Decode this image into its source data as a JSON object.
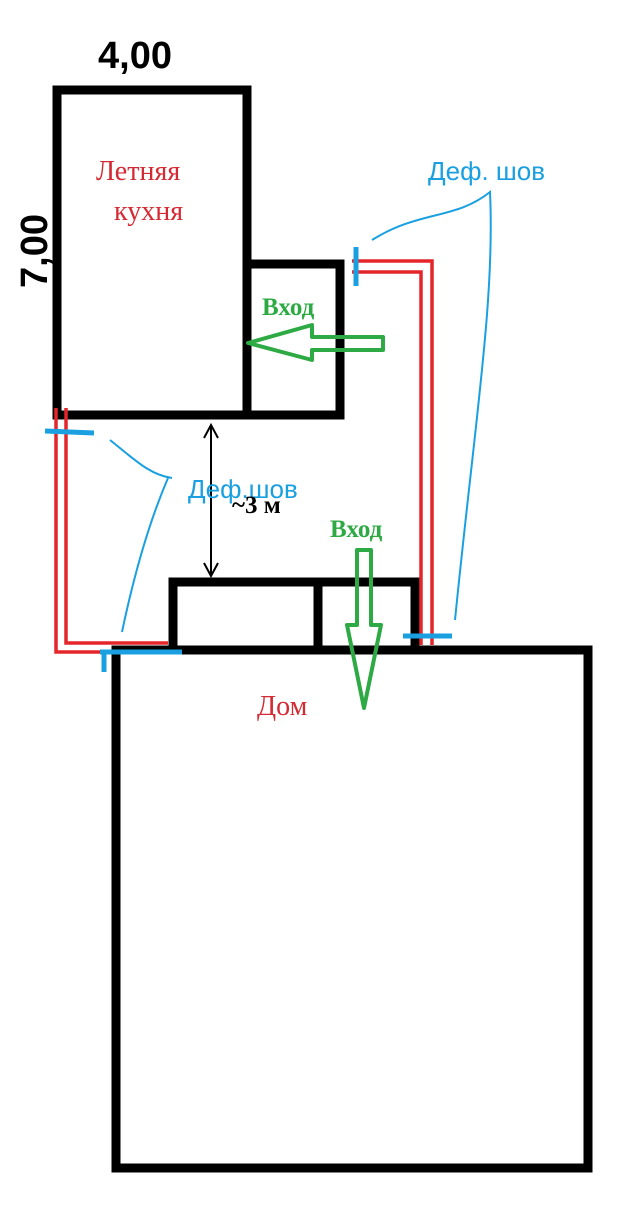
{
  "colors": {
    "walls": "#000000",
    "room_label": "#d42a33",
    "perimeter_line": "#e4262b",
    "seam": "#1aa0e0",
    "entry": "#2eaa44",
    "dimension": "#000000"
  },
  "dimensions": {
    "width": "4,00",
    "length": "7,00",
    "gap": "~3 м"
  },
  "rooms": {
    "kitchen_line1": "Летняя",
    "kitchen_line2": "кухня",
    "house": "Дом"
  },
  "seams": {
    "top_label": "Деф. шов",
    "middle_label": "Деф.шов"
  },
  "entries": {
    "kitchen_entry": "Вход",
    "house_entry": "Вход"
  }
}
